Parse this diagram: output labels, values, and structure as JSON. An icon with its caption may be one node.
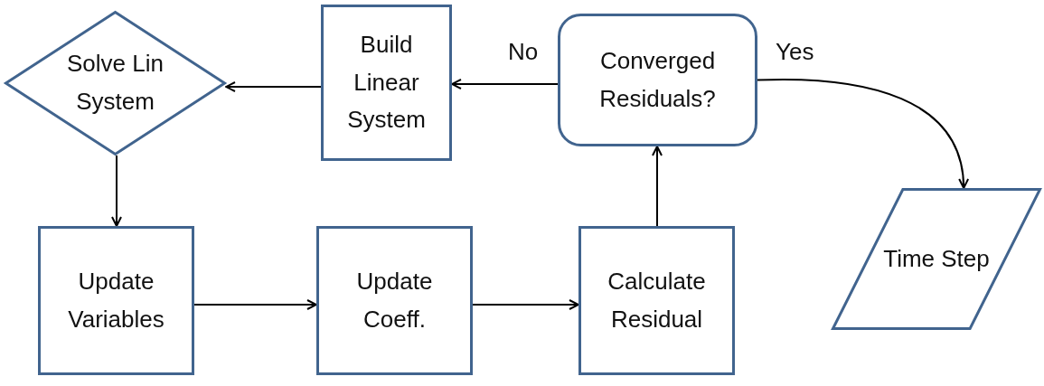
{
  "diagram": {
    "nodes": [
      {
        "text": [
          "Solve Lin System"
        ]
      },
      {
        "text": [
          "Build Linear System"
        ]
      },
      {
        "text": [
          "Converged Residuals?"
        ]
      },
      {
        "text": [
          "Time Step"
        ]
      },
      {
        "text": [
          "Update Variables"
        ]
      },
      {
        "text": [
          "Update Coeff."
        ]
      },
      {
        "text": [
          "Calculate Residual"
        ]
      }
    ],
    "edges": [
      {
        "from": 2,
        "to": 1,
        "arrow": "to",
        "label": "No"
      },
      {
        "from": 1,
        "to": 0,
        "arrow": "to"
      },
      {
        "from": 0,
        "to": 4,
        "arrow": "to"
      },
      {
        "from": 4,
        "to": 5,
        "arrow": "to"
      },
      {
        "from": 5,
        "to": 6,
        "arrow": "to"
      },
      {
        "from": 6,
        "to": 2,
        "arrow": "to"
      },
      {
        "from": 2,
        "to": 3,
        "arrow": "to",
        "label": "Yes"
      }
    ]
  }
}
